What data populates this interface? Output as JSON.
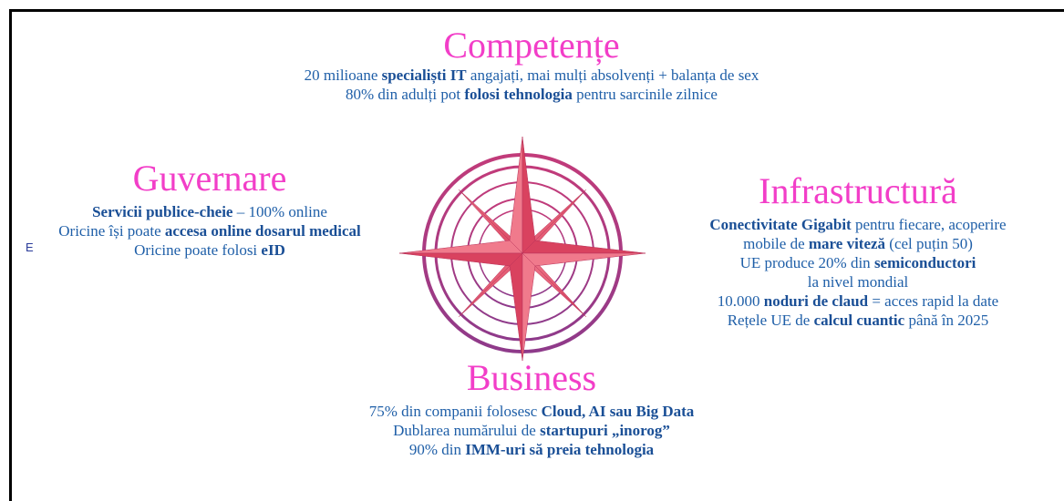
{
  "competente": {
    "title": "Competențe",
    "lines": [
      [
        {
          "t": "20 milioane "
        },
        {
          "t": "specialiști IT",
          "b": true
        },
        {
          "t": " angajați, mai mulți absolvenți + balanța de sex"
        }
      ],
      [
        {
          "t": "80% din adulți pot "
        },
        {
          "t": "folosi tehnologia",
          "b": true
        },
        {
          "t": " pentru sarcinile zilnice"
        }
      ]
    ]
  },
  "guvernare": {
    "title": "Guvernare",
    "lines": [
      [
        {
          "t": "Servicii publice-cheie",
          "b": true
        },
        {
          "t": " – 100% online"
        }
      ],
      [
        {
          "t": "Oricine își poate "
        },
        {
          "t": "accesa online dosarul medical",
          "b": true
        }
      ],
      [
        {
          "t": "Oricine poate folosi "
        },
        {
          "t": "eID",
          "b": true
        }
      ]
    ]
  },
  "infrastructura": {
    "title": "Infrastructură",
    "lines": [
      [
        {
          "t": "Conectivitate Gigabit",
          "b": true
        },
        {
          "t": " pentru fiecare, acoperire"
        }
      ],
      [
        {
          "t": "mobile de "
        },
        {
          "t": "mare viteză",
          "b": true
        },
        {
          "t": " (cel puțin 50)"
        }
      ],
      [
        {
          "t": "UE produce 20% din "
        },
        {
          "t": "semiconductori",
          "b": true
        }
      ],
      [
        {
          "t": "la nivel mondial"
        }
      ],
      [
        {
          "t": "10.000 "
        },
        {
          "t": "noduri de claud",
          "b": true
        },
        {
          "t": " = acces rapid la date"
        }
      ],
      [
        {
          "t": "Rețele UE de "
        },
        {
          "t": "calcul cuantic",
          "b": true
        },
        {
          "t": " până în 2025"
        }
      ]
    ]
  },
  "business": {
    "title": "Business",
    "lines": [
      [
        {
          "t": "75% din companii folosesc "
        },
        {
          "t": "Cloud, AI sau Big Data",
          "b": true
        }
      ],
      [
        {
          "t": "Dublarea numărului de "
        },
        {
          "t": "startupuri „inorog”",
          "b": true
        }
      ],
      [
        {
          "t": "90% din "
        },
        {
          "t": "IMM-uri să preia tehnologia",
          "b": true
        }
      ]
    ]
  },
  "stray_text": "E",
  "colors": {
    "heading": "#f23ec8",
    "text": "#1f5fa8",
    "compass_top": "#c23b7a",
    "compass_bottom": "#8e3a8a",
    "star_light": "#f07a8c",
    "star_dark": "#d9425f"
  },
  "icons": {
    "compass": "compass-rose-icon"
  }
}
